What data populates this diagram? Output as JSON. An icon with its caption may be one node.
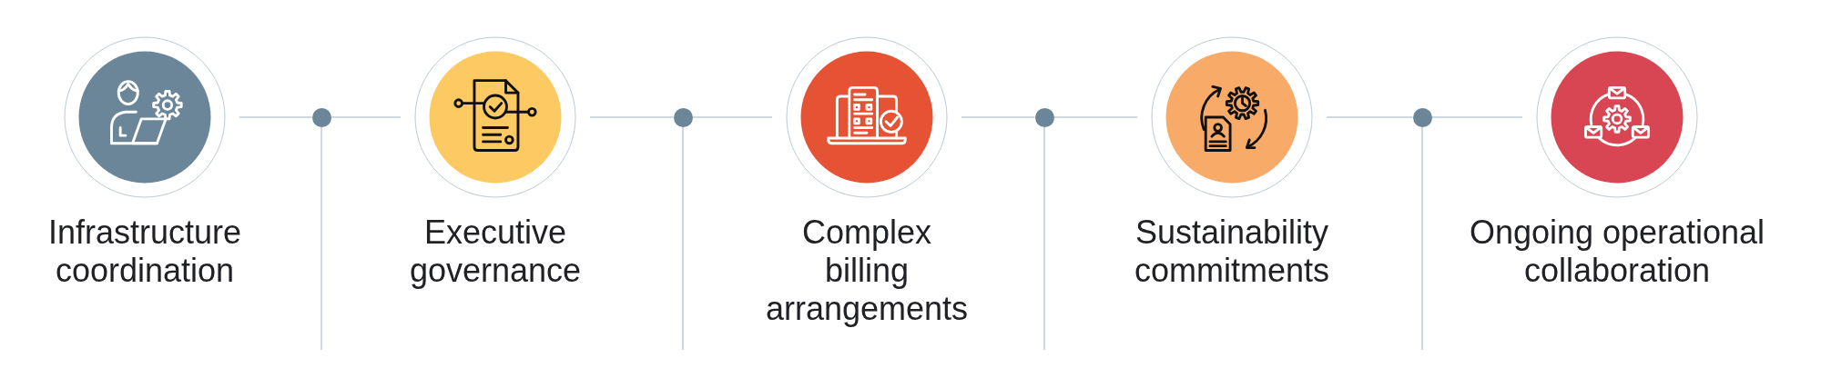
{
  "diagram": {
    "nodes": [
      {
        "text": [
          "Infrastructure coordination"
        ]
      },
      {
        "text": [],
        "shape": "circle"
      },
      {
        "text": [
          "Executive governance"
        ]
      },
      {
        "text": [],
        "shape": "circle"
      },
      {
        "text": [
          "Complex billing arrangements"
        ]
      },
      {
        "text": [],
        "shape": "circle"
      },
      {
        "text": [
          "Sustainability commitments"
        ]
      },
      {
        "text": [],
        "shape": "circle"
      },
      {
        "text": [
          "Ongoing operational collaboration"
        ]
      }
    ],
    "edges": [
      {
        "from": 0,
        "to": 1,
        "arrow": "none"
      },
      {
        "from": 1,
        "to": 2,
        "arrow": "none"
      },
      {
        "from": 1,
        "to": null,
        "arrow": "none"
      },
      {
        "from": 2,
        "to": 3,
        "arrow": "none"
      },
      {
        "from": 3,
        "to": 4,
        "arrow": "none"
      },
      {
        "from": 3,
        "to": null,
        "arrow": "none"
      },
      {
        "from": 4,
        "to": 5,
        "arrow": "none"
      },
      {
        "from": 5,
        "to": 6,
        "arrow": "none"
      },
      {
        "from": 5,
        "to": null,
        "arrow": "none"
      },
      {
        "from": 6,
        "to": 7,
        "arrow": "none"
      },
      {
        "from": 7,
        "to": 8,
        "arrow": "none"
      },
      {
        "from": 7,
        "to": null,
        "arrow": "none"
      }
    ]
  }
}
